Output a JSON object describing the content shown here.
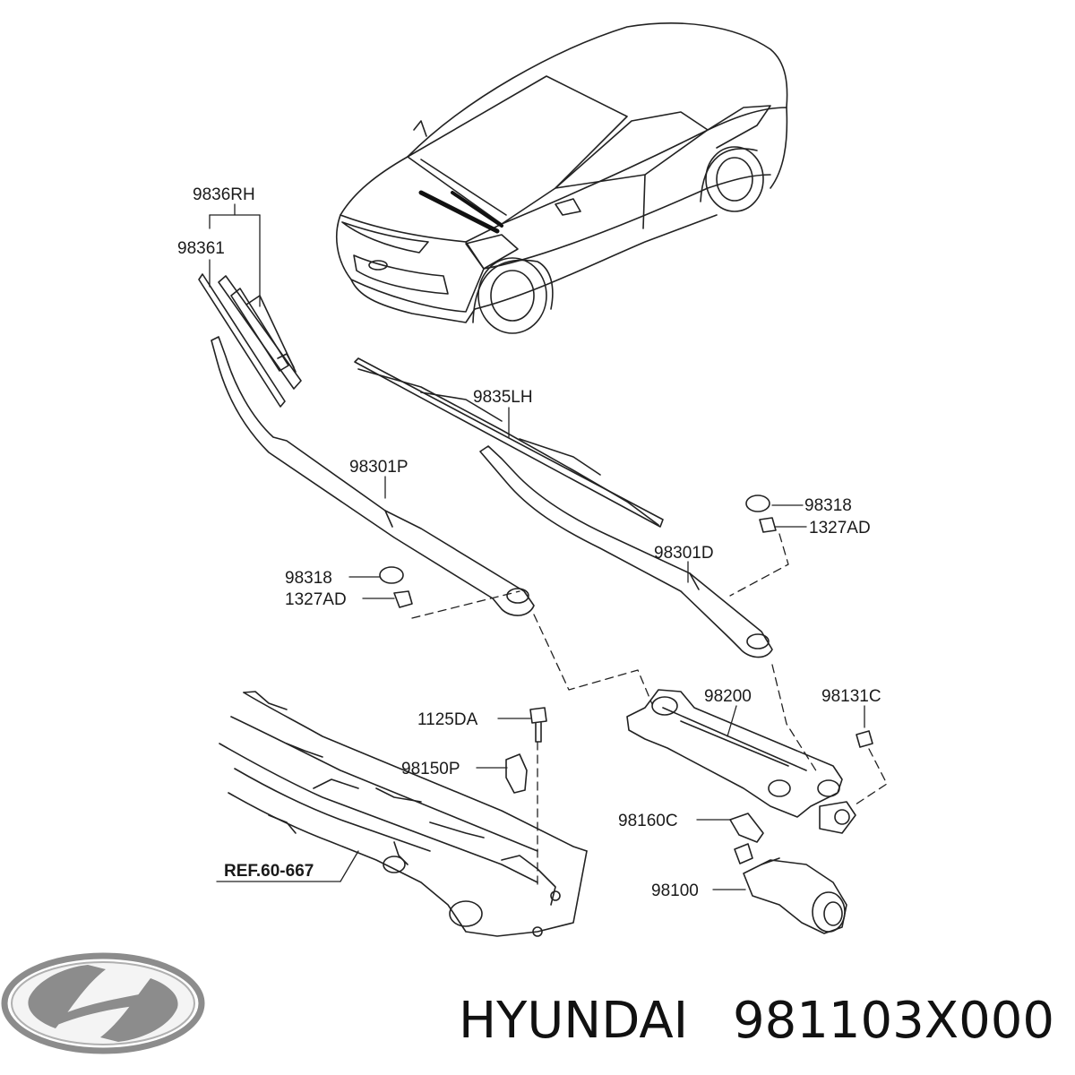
{
  "labels": {
    "blade_rh": "9836RH",
    "refill_rh": "98361",
    "blade_lh": "9835LH",
    "arm_passenger": "98301P",
    "arm_driver": "98301D",
    "cap_left": "98318",
    "nut_left": "1327AD",
    "cap_right": "98318",
    "nut_right": "1327AD",
    "linkage": "98200",
    "pivot_nut": "98131C",
    "bolt": "1125DA",
    "bracket": "98150P",
    "motor_bracket": "98160C",
    "motor": "98100",
    "reference": "REF.60-667"
  },
  "footer": {
    "brand": "HYUNDAI",
    "part_number": "981103X000"
  },
  "colors": {
    "line": "#222222",
    "text": "#1a1a1a",
    "logo": "#8c8c8c"
  },
  "icons": {
    "brand_logo": "hyundai-logo-icon"
  }
}
